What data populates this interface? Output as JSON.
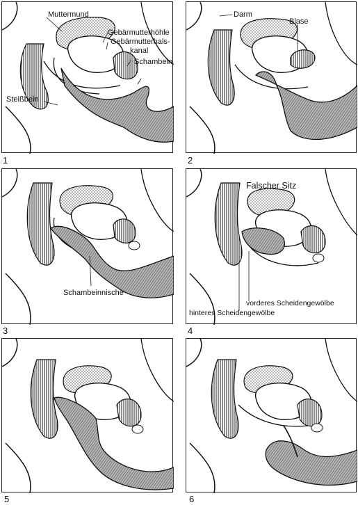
{
  "panels": [
    {
      "number": "1"
    },
    {
      "number": "2"
    },
    {
      "number": "3"
    },
    {
      "number": "4",
      "title": "Falscher Sitz"
    },
    {
      "number": "5"
    },
    {
      "number": "6"
    }
  ],
  "labels": {
    "muttermund": "Muttermund",
    "gebaermutterhoehle": "Gebärmutterhöhle",
    "gebaermutterhals": "Gebärmutterhals-",
    "kanal": "kanal",
    "schambein": "Schambein",
    "steissbein": "Steißbein",
    "darm": "Darm",
    "blase": "Blase",
    "schambeinnische": "Schambeinnische",
    "vorderes_scheidengewoelbe": "vorderes Scheidengewölbe",
    "hinteres_scheidengewoelbe": "hinteres Scheidengewölbe"
  },
  "colors": {
    "line": "#111111",
    "hand_fill": "#8a8a8a",
    "paper": "#ffffff"
  }
}
